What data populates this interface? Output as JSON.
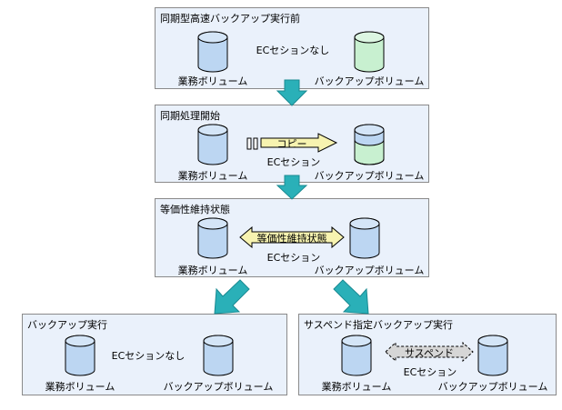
{
  "colors": {
    "panel_bg": "#eaf1fb",
    "panel_border": "#8a8a8a",
    "business_volume_fill": "#bcd6f2",
    "backup_volume_fill": "#c8f0d0",
    "flow_arrow": "#2ab0b8",
    "copy_arrow": "#f7f3b0",
    "equivalence_arrow": "#f7f3b0",
    "suspend_arrow": "#d6d6d6"
  },
  "panels": {
    "p1": {
      "title": "同期型高速バックアップ実行前",
      "session": "ECセションなし",
      "left_volume": "業務ボリューム",
      "right_volume": "バックアップボリューム"
    },
    "p2": {
      "title": "同期処理開始",
      "arrow": "コピー",
      "session": "ECセション",
      "left_volume": "業務ボリューム",
      "right_volume": "バックアップボリューム"
    },
    "p3": {
      "title": "等価性維持状態",
      "arrow": "等価性維持状態",
      "session": "ECセション",
      "left_volume": "業務ボリューム",
      "right_volume": "バックアップボリューム"
    },
    "p4": {
      "title": "バックアップ実行",
      "session": "ECセションなし",
      "left_volume": "業務ボリューム",
      "right_volume": "バックアップボリューム"
    },
    "p5": {
      "title": "サスペンド指定バックアップ実行",
      "arrow": "サスペンド",
      "session": "ECセション",
      "left_volume": "業務ボリューム",
      "right_volume": "バックアップボリューム"
    }
  }
}
